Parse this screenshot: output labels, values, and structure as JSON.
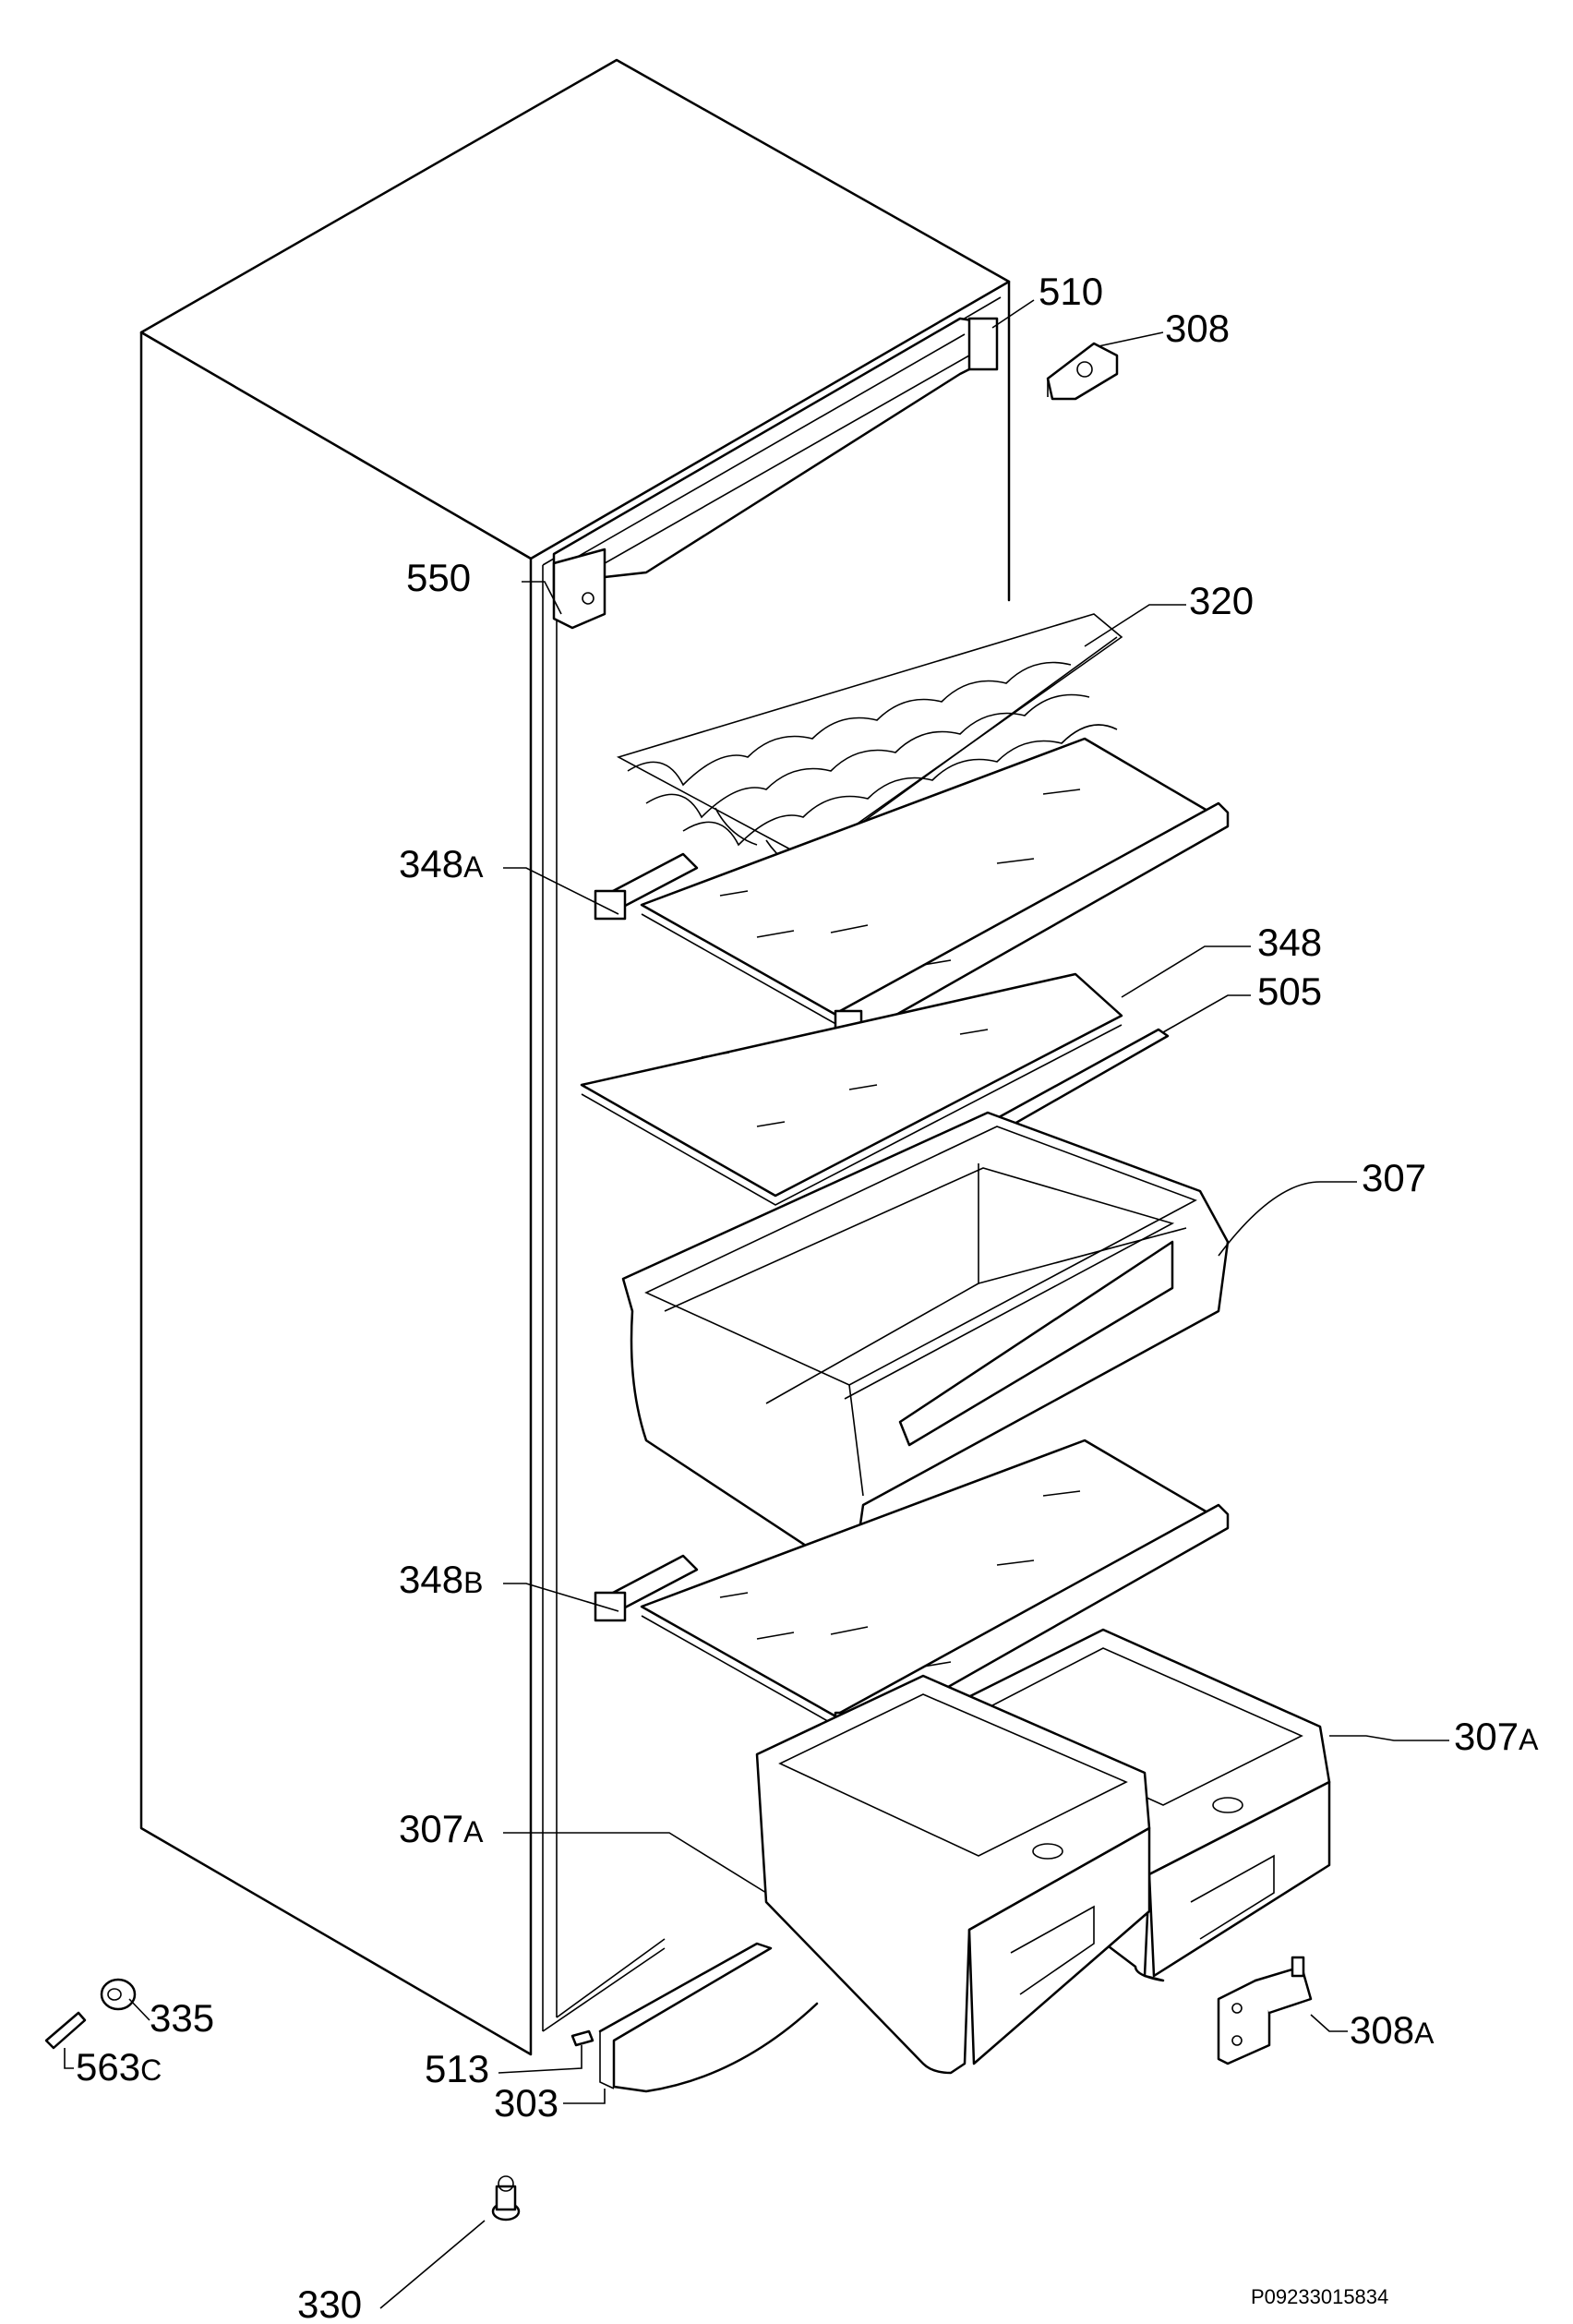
{
  "callouts": {
    "c510": {
      "num": "510",
      "suffix": ""
    },
    "c308": {
      "num": "308",
      "suffix": ""
    },
    "c550": {
      "num": "550",
      "suffix": ""
    },
    "c320": {
      "num": "320",
      "suffix": ""
    },
    "c348a": {
      "num": "348",
      "suffix": "A"
    },
    "c348": {
      "num": "348",
      "suffix": ""
    },
    "c505": {
      "num": "505",
      "suffix": ""
    },
    "c307": {
      "num": "307",
      "suffix": ""
    },
    "c348b": {
      "num": "348",
      "suffix": "B"
    },
    "c307a_right": {
      "num": "307",
      "suffix": "A"
    },
    "c307a_left": {
      "num": "307",
      "suffix": "A"
    },
    "c335": {
      "num": "335",
      "suffix": ""
    },
    "c563c": {
      "num": "563",
      "suffix": "C"
    },
    "c513": {
      "num": "513",
      "suffix": ""
    },
    "c303": {
      "num": "303",
      "suffix": ""
    },
    "c308a": {
      "num": "308",
      "suffix": "A"
    },
    "c330": {
      "num": "330",
      "suffix": ""
    }
  },
  "drawing_ref": "P09233015834"
}
